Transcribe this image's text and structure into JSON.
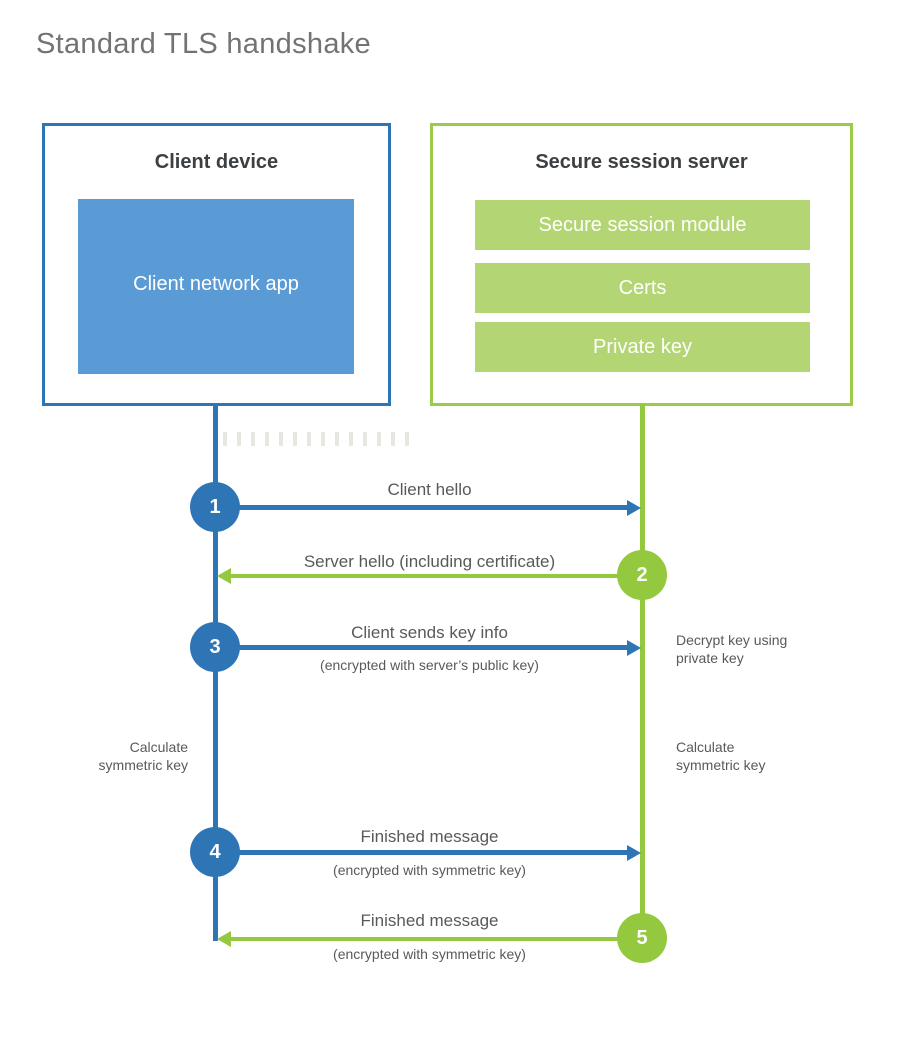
{
  "title": "Standard TLS handshake",
  "client": {
    "heading": "Client device",
    "app_label": "Client network app"
  },
  "server": {
    "heading": "Secure session server",
    "modules": [
      "Secure session module",
      "Certs",
      "Private key"
    ]
  },
  "messages": [
    {
      "num": "1",
      "direction": "client-to-server",
      "label": "Client hello",
      "sub": ""
    },
    {
      "num": "2",
      "direction": "server-to-client",
      "label": "Server hello (including certificate)",
      "sub": ""
    },
    {
      "num": "3",
      "direction": "client-to-server",
      "label": "Client sends key info",
      "sub": "(encrypted with server’s public key)"
    },
    {
      "num": "4",
      "direction": "client-to-server",
      "label": "Finished message",
      "sub": "(encrypted with symmetric key)"
    },
    {
      "num": "5",
      "direction": "server-to-client",
      "label": "Finished message",
      "sub": "(encrypted with symmetric key)"
    }
  ],
  "notes": [
    {
      "side": "right",
      "text": "Decrypt key using\nprivate key"
    },
    {
      "side": "left",
      "text": "Calculate\nsymmetric key"
    },
    {
      "side": "right",
      "text": "Calculate\nsymmetric key"
    }
  ],
  "colors": {
    "blue": "#2e75b6",
    "blue_light": "#5b9bd5",
    "green": "#94c83f",
    "green_light": "#b3d573"
  }
}
